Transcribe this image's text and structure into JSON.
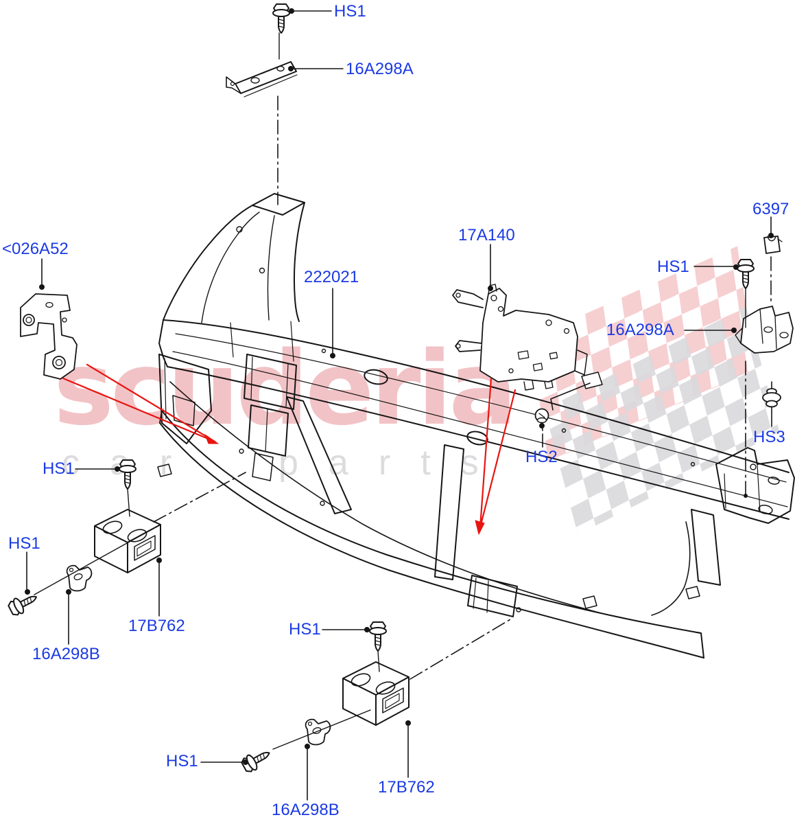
{
  "watermark": {
    "brand": "scuderia",
    "word1": "car",
    "word2": "parts",
    "pink": "#f2c3c6",
    "grey": "#dcdcdf"
  },
  "colors": {
    "label_blue": "#1b3ae3",
    "line_black": "#151515",
    "arrow_red": "#e81410"
  },
  "callouts": [
    {
      "id": "hs1-top",
      "text": "HS1"
    },
    {
      "id": "16a298a-top",
      "text": "16A298A"
    },
    {
      "id": "026a52",
      "text": "<026A52"
    },
    {
      "id": "222021",
      "text": "222021"
    },
    {
      "id": "17a140",
      "text": "17A140"
    },
    {
      "id": "6397",
      "text": "6397"
    },
    {
      "id": "hs1-right",
      "text": "HS1"
    },
    {
      "id": "16a298a-right",
      "text": "16A298A"
    },
    {
      "id": "hs3",
      "text": "HS3"
    },
    {
      "id": "hs2",
      "text": "HS2"
    },
    {
      "id": "hs1-left",
      "text": "HS1"
    },
    {
      "id": "hs1-left-lower",
      "text": "HS1"
    },
    {
      "id": "17b762-left",
      "text": "17B762"
    },
    {
      "id": "16a298b-left",
      "text": "16A298B"
    },
    {
      "id": "hs1-bottom",
      "text": "HS1"
    },
    {
      "id": "hs1-bottom-left",
      "text": "HS1"
    },
    {
      "id": "17b762-bottom",
      "text": "17B762"
    },
    {
      "id": "16a298b-bottom",
      "text": "16A298B"
    }
  ]
}
